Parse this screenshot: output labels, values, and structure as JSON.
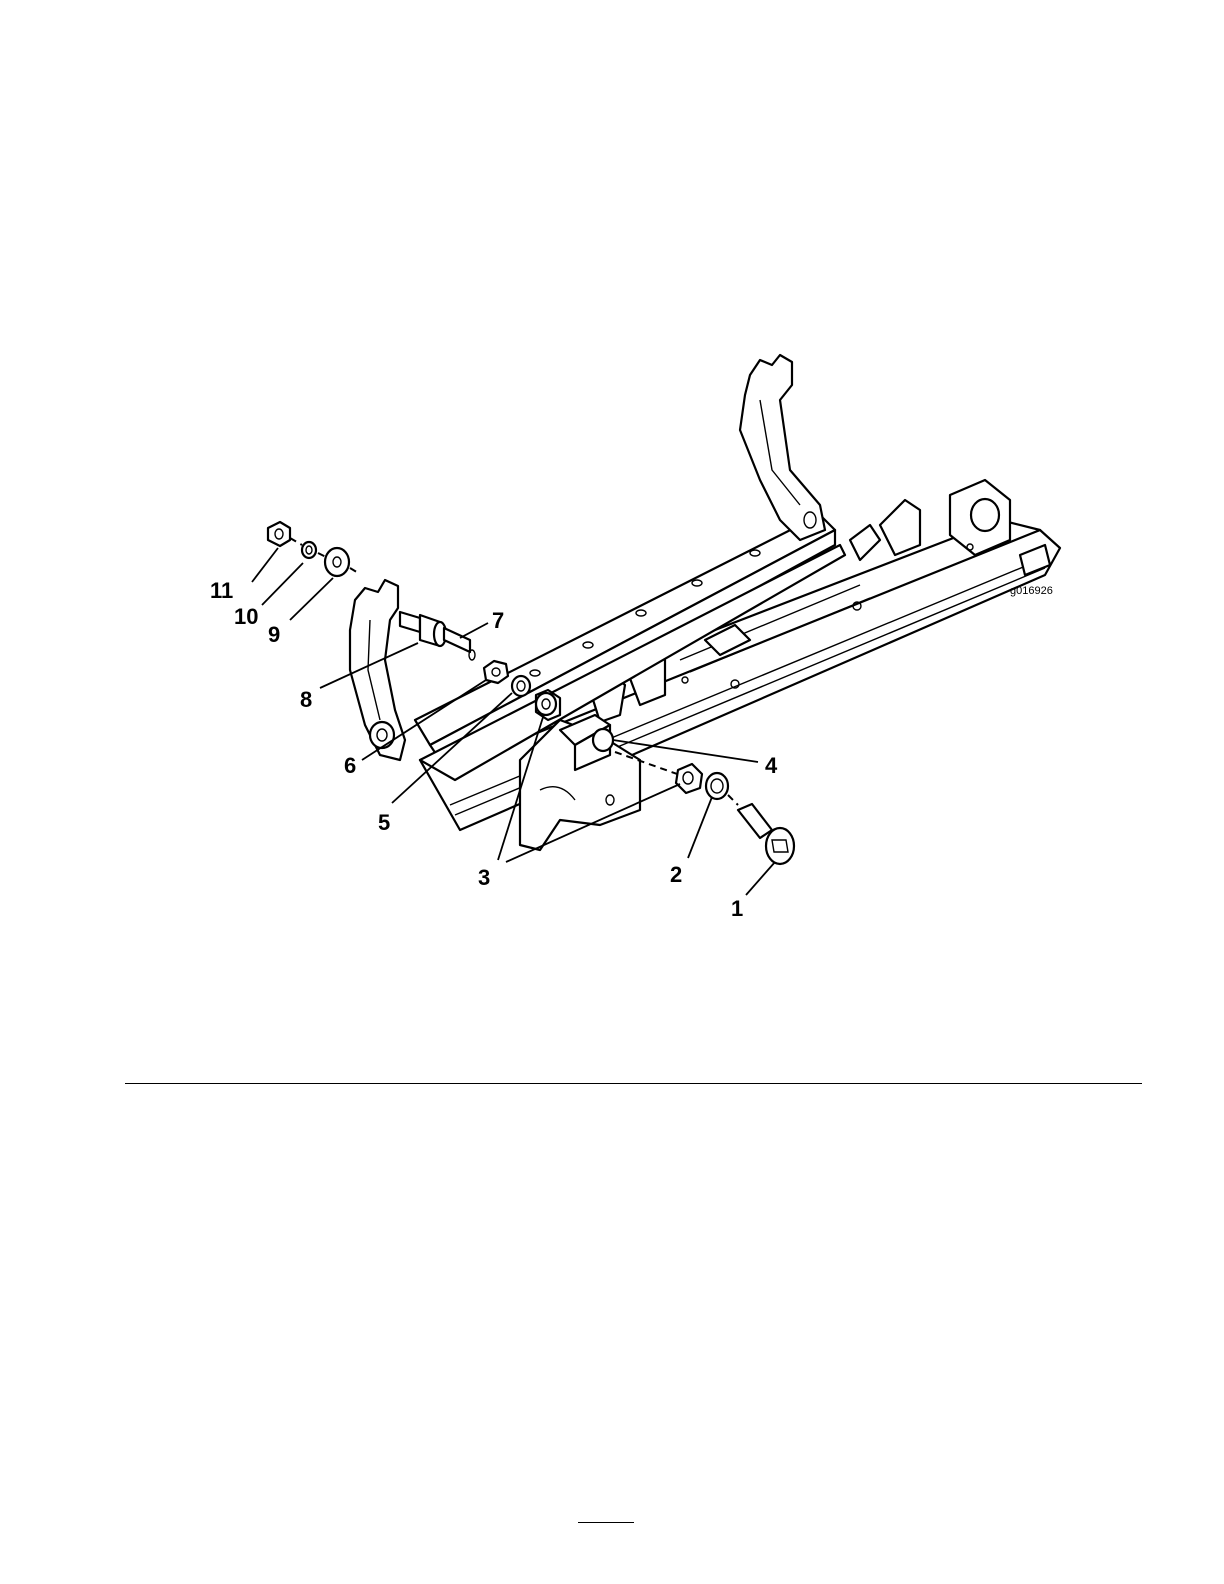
{
  "figure": {
    "id": "g016926",
    "callouts": [
      {
        "number": "1"
      },
      {
        "number": "2"
      },
      {
        "number": "3"
      },
      {
        "number": "4"
      },
      {
        "number": "5"
      },
      {
        "number": "6"
      },
      {
        "number": "7"
      },
      {
        "number": "8"
      },
      {
        "number": "9"
      },
      {
        "number": "10"
      },
      {
        "number": "11"
      }
    ]
  },
  "page_number": ""
}
